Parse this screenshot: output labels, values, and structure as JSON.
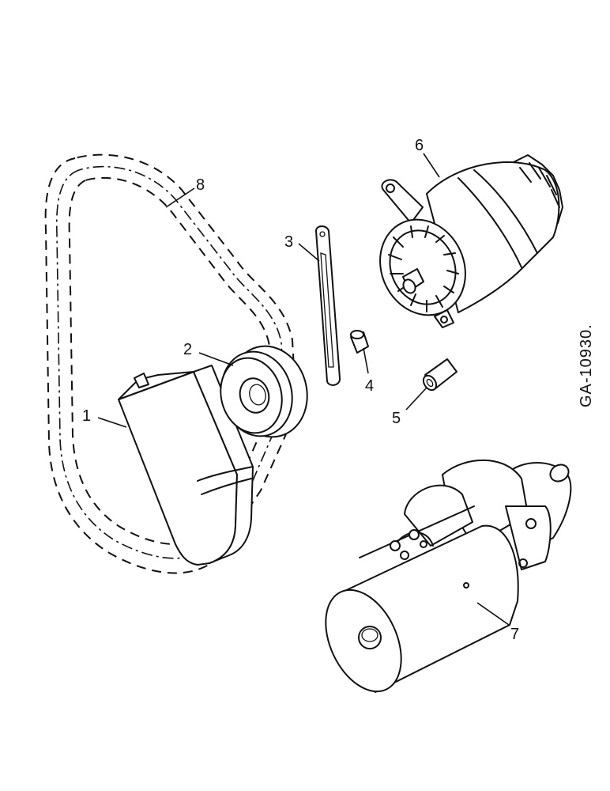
{
  "diagram": {
    "reference_code": "GA-10930.",
    "callouts": [
      {
        "id": "1",
        "label": "1"
      },
      {
        "id": "2",
        "label": "2"
      },
      {
        "id": "3",
        "label": "3"
      },
      {
        "id": "4",
        "label": "4"
      },
      {
        "id": "5",
        "label": "5"
      },
      {
        "id": "6",
        "label": "6"
      },
      {
        "id": "7",
        "label": "7"
      },
      {
        "id": "8",
        "label": "8"
      }
    ]
  }
}
